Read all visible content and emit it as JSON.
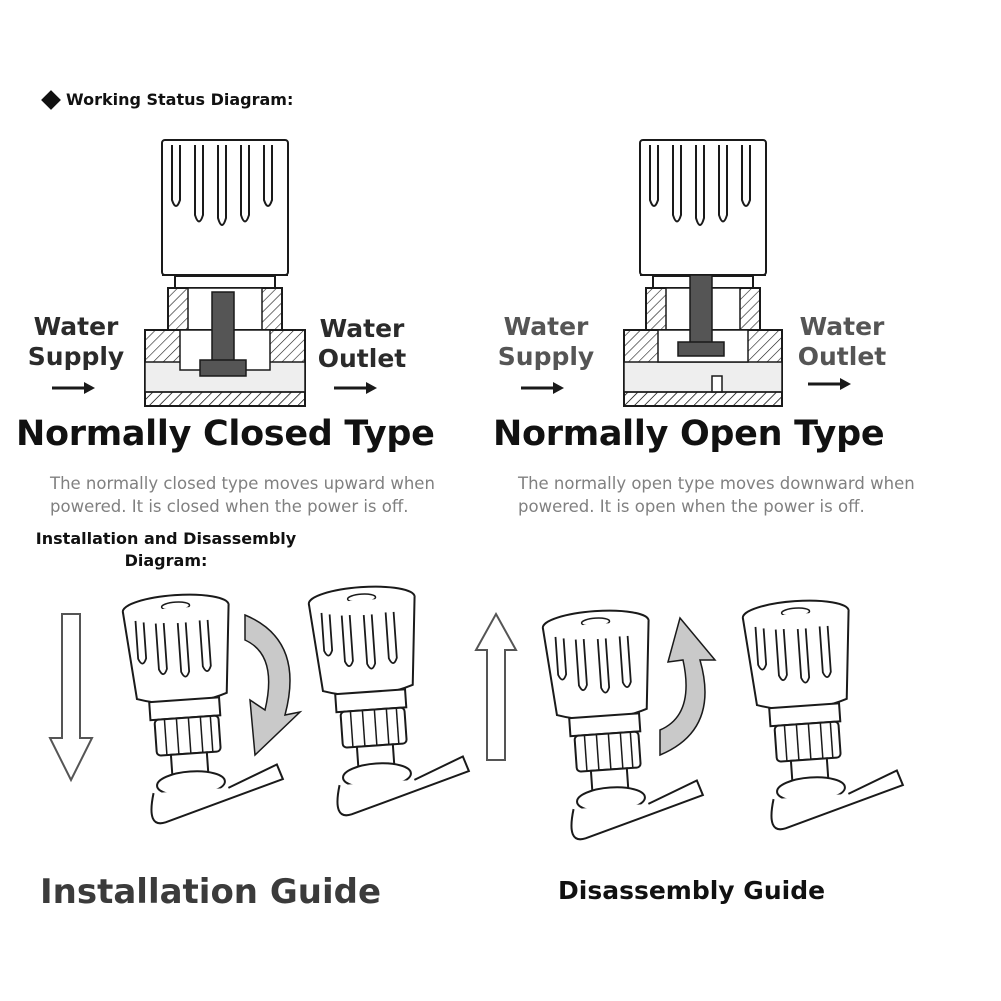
{
  "header": {
    "title": "Working Status Diagram:"
  },
  "closed": {
    "inlet_line1": "Water",
    "inlet_line2": "Supply",
    "outlet_line1": "Water",
    "outlet_line2": "Outlet",
    "title": "Normally Closed Type",
    "desc_line1": "The normally closed type moves upward when",
    "desc_line2": "powered. It is closed when the power is off."
  },
  "open": {
    "inlet_line1": "Water",
    "inlet_line2": "Supply",
    "outlet_line1": "Water",
    "outlet_line2": "Outlet",
    "title": "Normally Open Type",
    "desc_line1": "The normally open type moves downward when",
    "desc_line2": "powered. It is open when the power is off."
  },
  "install_header": {
    "line1": "Installation and Disassembly",
    "line2": "Diagram:"
  },
  "guides": {
    "installation": "Installation Guide",
    "disassembly": "Disassembly Guide"
  },
  "colors": {
    "line": "#1a1a1a",
    "arrow_fill": "#c9c9c9",
    "text_gray": "#808080"
  }
}
